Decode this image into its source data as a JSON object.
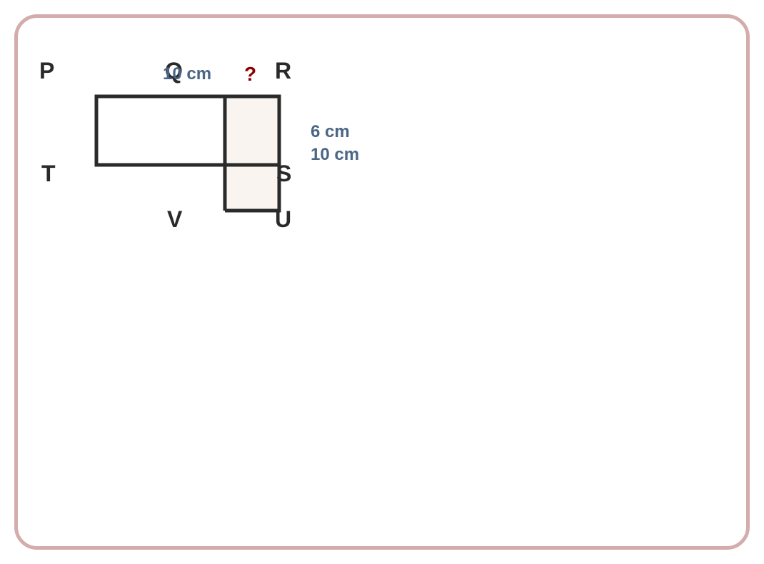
{
  "vertices": {
    "p": "P",
    "q": "Q",
    "r": "R",
    "s": "S",
    "t": "T",
    "u": "U",
    "v": "V"
  },
  "dimensions": {
    "top_length": "10 cm",
    "unknown_width": "?",
    "side_height": "6 cm",
    "side_total": "10 cm"
  },
  "colors": {
    "frame_border": "#d4acac",
    "shaded_fill": "#f9f4ef",
    "dimension_text": "#4a6585",
    "unknown_text": "#8b0000",
    "outline": "#2a2a2a"
  }
}
